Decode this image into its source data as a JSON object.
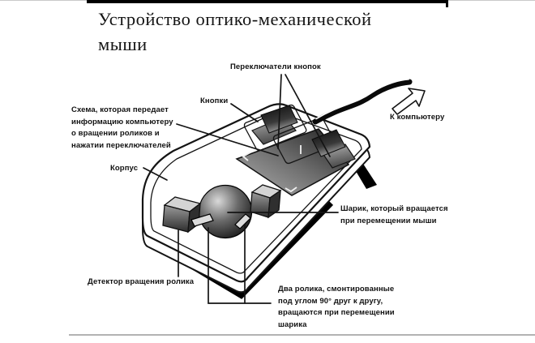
{
  "page": {
    "title_line1": "Устройство оптико-механической",
    "title_line2": "мыши"
  },
  "diagram": {
    "labels": {
      "switches": "Переключатели кнопок",
      "buttons": "Кнопки",
      "circuit": [
        "Схема, которая передает",
        "информацию компьютеру",
        "о вращении роликов и",
        "нажатии переключателей"
      ],
      "body": "Корпус",
      "to_computer": "К компьютеру",
      "ball": [
        "Шарик, который вращается",
        "при перемещении мыши"
      ],
      "detector": "Детектор вращения ролика",
      "rollers": [
        "Два ролика, смонтированные",
        "под углом 90° друг к другу,",
        "вращаются при перемещении",
        "шарика"
      ]
    },
    "colors": {
      "background": "#ffffff",
      "ink": "#141414",
      "board_light": "#b0b0b0",
      "board_dark": "#1e1e1e",
      "button_dark": "#0a0a0a",
      "button_light": "#9a9a9a",
      "ball_highlight": "#d9d9d9",
      "ball_dark": "#0a0a0a",
      "gray_face": "#8f8f8f",
      "top_face": "#d4d4d4",
      "shadow": "#000000",
      "rule_gray": "#b3b3b3"
    }
  }
}
